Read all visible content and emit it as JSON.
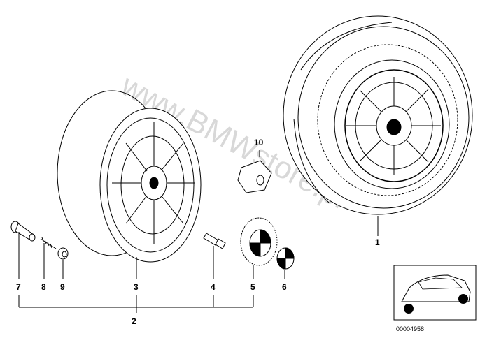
{
  "watermark": "www.BMWstore.pl",
  "diagram_code": "00004958",
  "callouts": {
    "c1": "1",
    "c2": "2",
    "c3": "3",
    "c4": "4",
    "c5": "5",
    "c6": "6",
    "c7": "7",
    "c8": "8",
    "c9": "9",
    "c10": "10"
  },
  "colors": {
    "line": "#000000",
    "watermark": "#d8d8d8",
    "inset_bg": "#f2f2f2"
  }
}
